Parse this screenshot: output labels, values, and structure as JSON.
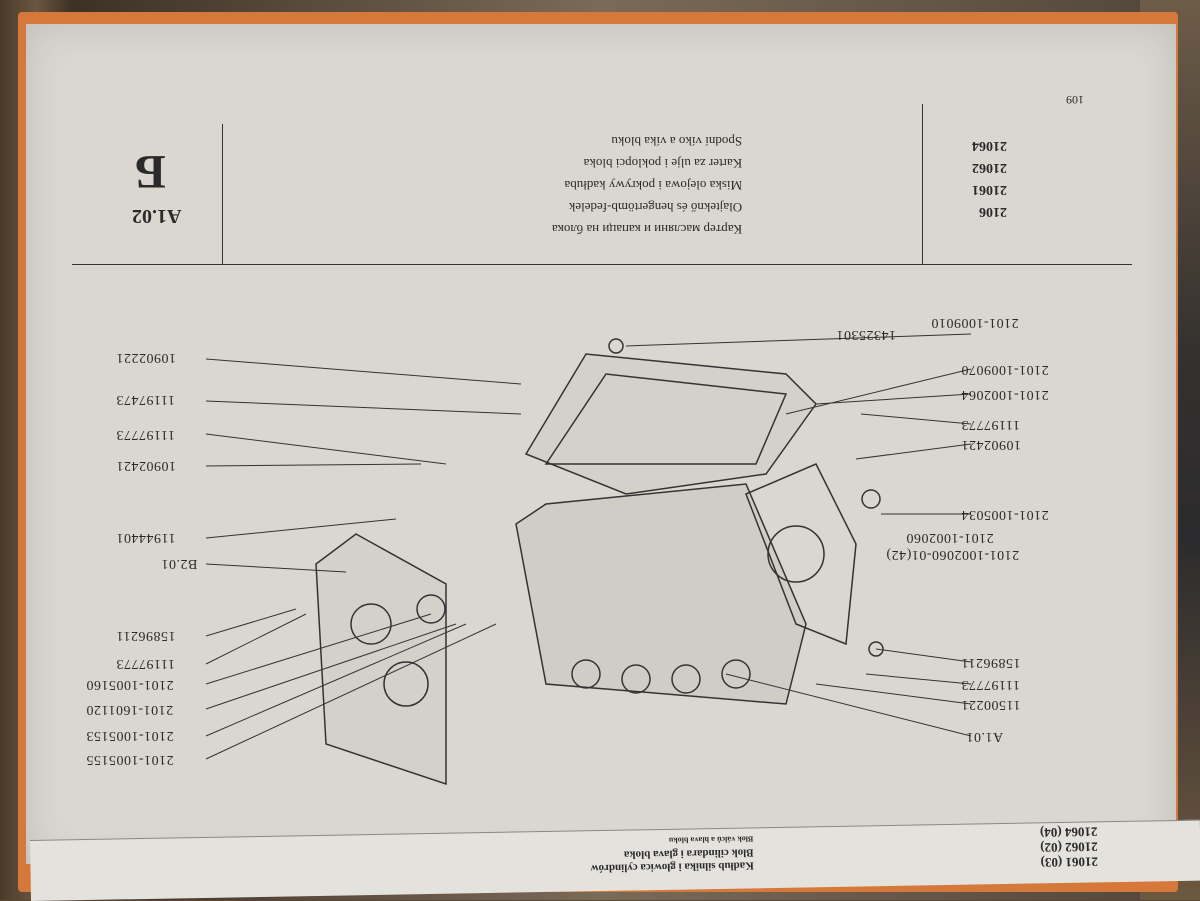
{
  "header": {
    "section_code": "A1.02",
    "section_letter": "Б",
    "titles": [
      "Картер масляни и капаци на блока",
      "Olajteknő és hengertömb-fedelek",
      "Miska olejowa i pokrywy kadłuba",
      "Karter za ulje i poklopci bloka",
      "Spodní víko a víka bloku"
    ],
    "models": [
      "2106",
      "21061",
      "21062",
      "21064"
    ]
  },
  "page_number": "109",
  "labels_left": [
    "10902221",
    "11197473",
    "11197773",
    "10902421",
    "11944401",
    "B2.01",
    "15896211",
    "11197773",
    "2101-1005160",
    "2101-1601120",
    "2101-1005153",
    "2101-1005155"
  ],
  "labels_right": [
    "2101-1009010",
    "14325301",
    "2101-1009070",
    "2101-1002064",
    "11197773",
    "10902421",
    "2101-1005034",
    "2101-1002060-01(42)",
    "2101-1002060",
    "15896211",
    "11197773",
    "11500221",
    "A1.01"
  ],
  "next_page": {
    "models": [
      "21061 (03)",
      "21062 (02)",
      "21064 (04)"
    ],
    "titles": [
      "Kadłub silnika i głowica cylindrów",
      "Blok cilindara i glava bloka",
      "Blok válců a hlava bloku"
    ]
  }
}
